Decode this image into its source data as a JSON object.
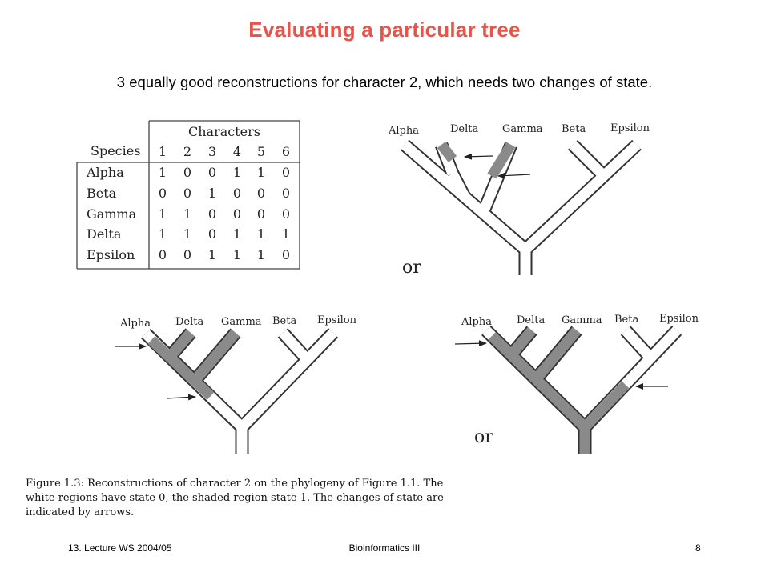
{
  "slide": {
    "title": "Evaluating a particular tree",
    "subtitle": "3 equally good reconstructions for character 2, which needs two changes of state."
  },
  "table": {
    "header_characters": "Characters",
    "header_species": "Species",
    "character_numbers": [
      "1",
      "2",
      "3",
      "4",
      "5",
      "6"
    ],
    "rows": [
      {
        "species": "Alpha",
        "values": [
          "1",
          "0",
          "0",
          "1",
          "1",
          "0"
        ]
      },
      {
        "species": "Beta",
        "values": [
          "0",
          "0",
          "1",
          "0",
          "0",
          "0"
        ]
      },
      {
        "species": "Gamma",
        "values": [
          "1",
          "1",
          "0",
          "0",
          "0",
          "0"
        ]
      },
      {
        "species": "Delta",
        "values": [
          "1",
          "1",
          "0",
          "1",
          "1",
          "1"
        ]
      },
      {
        "species": "Epsilon",
        "values": [
          "0",
          "0",
          "1",
          "1",
          "1",
          "0"
        ]
      }
    ]
  },
  "trees": {
    "leaf_labels": [
      "Alpha",
      "Delta",
      "Gamma",
      "Beta",
      "Epsilon"
    ],
    "or_label": "or"
  },
  "caption": "Figure 1.3: Reconstructions of character 2 on the phylogeny of Figure 1.1.  The white regions have state 0, the shaded region state 1.  The changes of state are indicated by arrows.",
  "footer": {
    "left": "13. Lecture WS 2004/05",
    "center": "Bioinformatics III",
    "right": "8"
  }
}
